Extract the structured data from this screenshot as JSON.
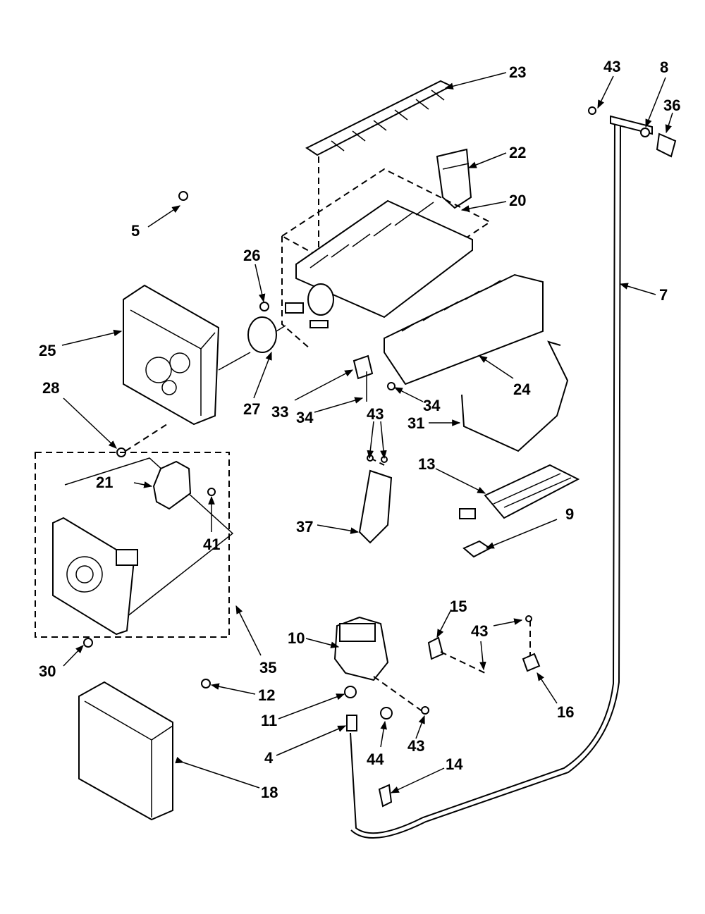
{
  "diagram": {
    "labels": {
      "p4": "4",
      "p5": "5",
      "p7": "7",
      "p8": "8",
      "p9": "9",
      "p10": "10",
      "p11": "11",
      "p12": "12",
      "p13": "13",
      "p14": "14",
      "p15": "15",
      "p16": "16",
      "p18": "18",
      "p20": "20",
      "p21": "21",
      "p22": "22",
      "p23": "23",
      "p24": "24",
      "p25": "25",
      "p26": "26",
      "p27": "27",
      "p28": "28",
      "p30": "30",
      "p31": "31",
      "p33": "33",
      "p34a": "34",
      "p34b": "34",
      "p35": "35",
      "p36": "36",
      "p37": "37",
      "p41": "41",
      "p43a": "43",
      "p43b": "43",
      "p43c": "43",
      "p43d": "43",
      "p44": "44"
    }
  }
}
